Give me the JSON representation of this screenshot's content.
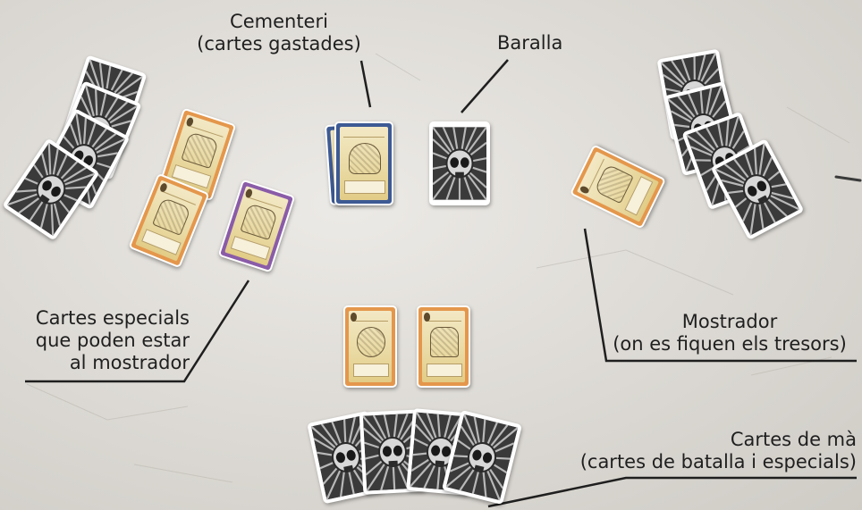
{
  "labels": {
    "cementeri_line1": "Cementeri",
    "cementeri_line2": "(cartes gastades)",
    "baralla": "Baralla",
    "especials_line1": "Cartes especials",
    "especials_line2": "que poden estar",
    "especials_line3": "al mostrador",
    "mostrador_line1": "Mostrador",
    "mostrador_line2": "(on es fiquen els tresors)",
    "ma_line1": "Cartes de mà",
    "ma_line2": "(cartes de batalla i especials)"
  },
  "card_colors": {
    "back": "#3a3a3a",
    "border": "#ffffff",
    "orange": "#e4974c",
    "blue": "#3d5a94",
    "purple": "#8a5ca8",
    "parchment": "#ecdfae"
  },
  "icons": {
    "card_back": "skull-rays-icon"
  }
}
